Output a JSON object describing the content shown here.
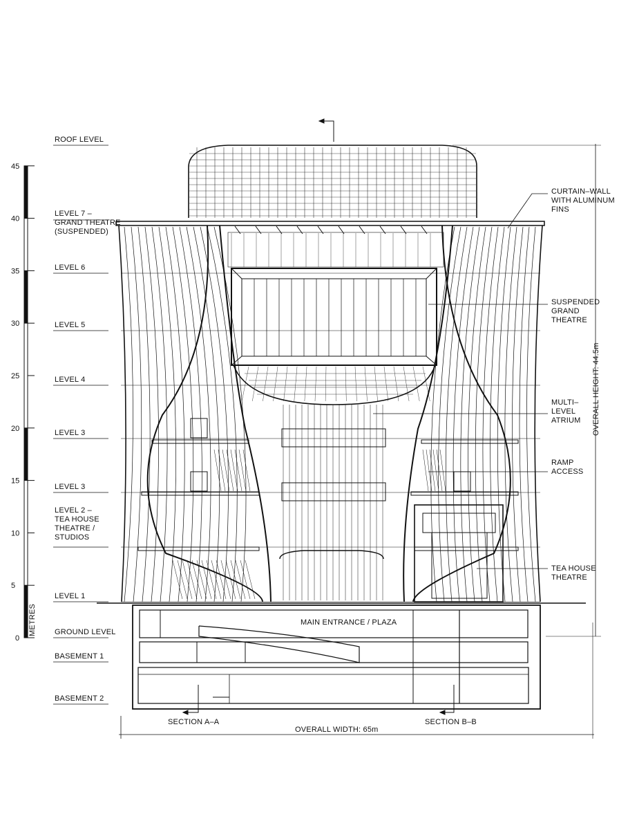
{
  "scale": {
    "unit_label": "METRES",
    "ticks": [
      "0",
      "5",
      "10",
      "15",
      "20",
      "25",
      "30",
      "35",
      "40",
      "45"
    ]
  },
  "levels": [
    {
      "lines": [
        "ROOF LEVEL"
      ]
    },
    {
      "lines": [
        "LEVEL 7 –",
        "GRAND THEATRE",
        "(SUSPENDED)"
      ]
    },
    {
      "lines": [
        "LEVEL 6"
      ]
    },
    {
      "lines": [
        "LEVEL 5"
      ]
    },
    {
      "lines": [
        "LEVEL 4"
      ]
    },
    {
      "lines": [
        "LEVEL 3"
      ]
    },
    {
      "lines": [
        "LEVEL 3"
      ]
    },
    {
      "lines": [
        "LEVEL 2 –",
        "TEA HOUSE",
        "THEATRE /",
        "STUDIOS"
      ]
    },
    {
      "lines": [
        "LEVEL 1"
      ]
    },
    {
      "lines": [
        "GROUND LEVEL"
      ]
    },
    {
      "lines": [
        "BASEMENT 1"
      ]
    },
    {
      "lines": [
        "BASEMENT 2"
      ]
    }
  ],
  "callouts": [
    {
      "lines": [
        "CURTAIN–WALL",
        "WITH ALUMINUM",
        "FINS"
      ]
    },
    {
      "lines": [
        "SUSPENDED",
        "GRAND",
        "THEATRE"
      ]
    },
    {
      "lines": [
        "MULTI–",
        "LEVEL",
        "ATRIUM"
      ]
    },
    {
      "lines": [
        "RAMP",
        "ACCESS"
      ]
    },
    {
      "lines": [
        "TEA HOUSE",
        "THEATRE"
      ]
    }
  ],
  "plaza_label": "MAIN ENTRANCE / PLAZA",
  "section_a": "SECTION A–A",
  "section_b": "SECTION B–B",
  "overall_width": "OVERALL WIDTH: 65m",
  "overall_height": "OVERALL HEIGHT: 44.5m"
}
